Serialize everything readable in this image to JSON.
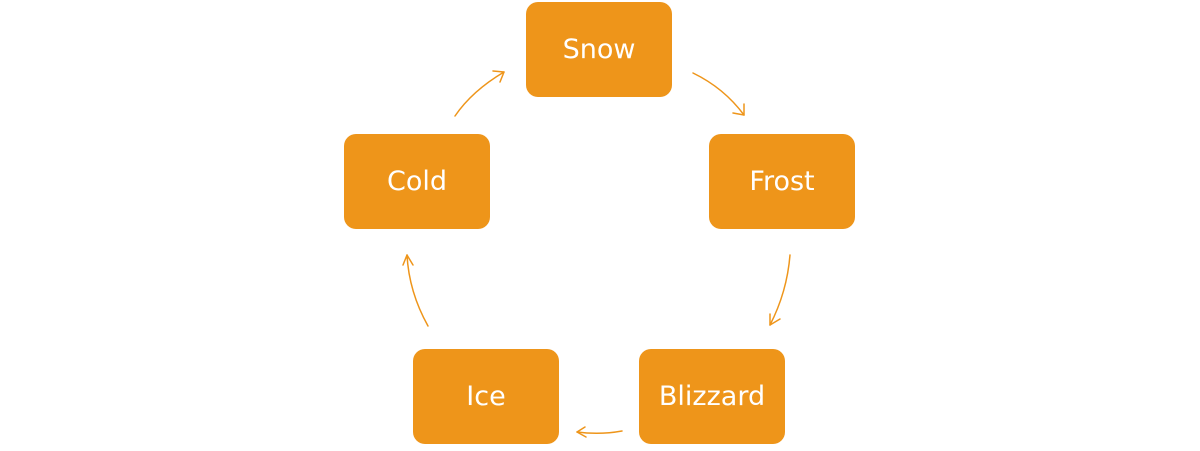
{
  "diagram": {
    "type": "cycle",
    "accent_color": "#EE951A",
    "text_color": "#FFFFFF",
    "nodes": [
      {
        "id": "snow",
        "label": "Snow"
      },
      {
        "id": "frost",
        "label": "Frost"
      },
      {
        "id": "blizzard",
        "label": "Blizzard"
      },
      {
        "id": "ice",
        "label": "Ice"
      },
      {
        "id": "cold",
        "label": "Cold"
      }
    ],
    "edges": [
      {
        "from": "snow",
        "to": "frost"
      },
      {
        "from": "frost",
        "to": "blizzard"
      },
      {
        "from": "blizzard",
        "to": "ice"
      },
      {
        "from": "ice",
        "to": "cold"
      },
      {
        "from": "cold",
        "to": "snow"
      }
    ]
  }
}
